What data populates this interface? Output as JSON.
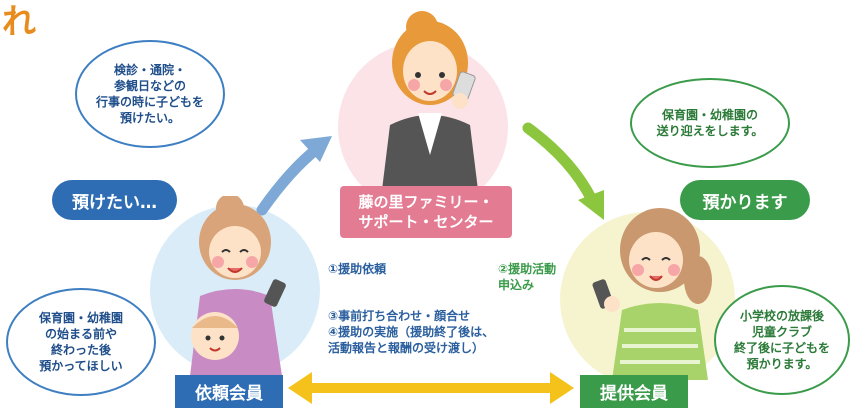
{
  "title_char": "れ",
  "center": {
    "label": "藤の里ファミリー・\nサポート・センター"
  },
  "requester": {
    "label": "依頼会員",
    "pill": "預けたい…",
    "bubble_top": "検診・通院・\n参観日などの\n行事の時に子どもを\n預けたい。",
    "bubble_bottom": "保育園・幼稚園\nの始まる前や\n終わった後\n預かってほしい"
  },
  "provider": {
    "label": "提供会員",
    "pill": "預かります",
    "bubble_top": "保育園・幼稚園の\n送り迎えをします。",
    "bubble_bottom": "小学校の放課後\n児童クラブ\n終了後に子どもを\n預かります。"
  },
  "steps": {
    "s1": "①援助依頼",
    "s2": "②援助活動\n申込み",
    "s34": "③事前打ち合わせ・顔合せ\n④援助の実施（援助終了後は、\n活動報告と報酬の受け渡し）"
  },
  "colors": {
    "orange": "#e88c1e",
    "blue": "#2e6db4",
    "green": "#3a9b4a",
    "pink": "#e37b93",
    "yellow": "#f4c21a"
  }
}
